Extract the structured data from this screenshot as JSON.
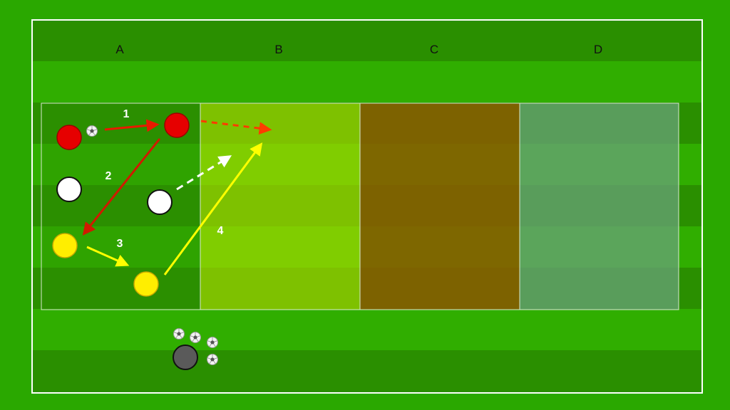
{
  "colors": {
    "pitch_outer": "#2aa800",
    "stripe_light": "#30ae00",
    "stripe_dark": "#2a8f00",
    "line": "#ffffff",
    "zone_a": "#2f8f00",
    "zone_b": "#86c900",
    "zone_c": "#7f6a00",
    "zone_d": "#4f9a5a",
    "player_red": "#e60000",
    "player_white": "#ffffff",
    "player_yellow": "#ffee00",
    "player_grey": "#5a5a5a",
    "arrow_red": "#e81a00",
    "arrow_darkred": "#d01a00",
    "arrow_white": "#ffffff",
    "arrow_yellow": "#ffff00",
    "arrow_orange_dashed": "#ff3b00"
  },
  "zones": [
    {
      "label": "A",
      "fill_key": "zone_a"
    },
    {
      "label": "B",
      "fill_key": "zone_b"
    },
    {
      "label": "C",
      "fill_key": "zone_c"
    },
    {
      "label": "D",
      "fill_key": "zone_d"
    }
  ],
  "step_labels": [
    "1",
    "2",
    "3",
    "4"
  ],
  "players": [
    {
      "name": "red-player-1",
      "team": "red"
    },
    {
      "name": "red-player-2",
      "team": "red"
    },
    {
      "name": "white-player-1",
      "team": "white"
    },
    {
      "name": "white-player-2",
      "team": "white"
    },
    {
      "name": "yellow-player-1",
      "team": "yellow"
    },
    {
      "name": "yellow-player-2",
      "team": "yellow"
    },
    {
      "name": "coach-player",
      "team": "grey"
    }
  ],
  "icons": [
    "ball-icon"
  ]
}
